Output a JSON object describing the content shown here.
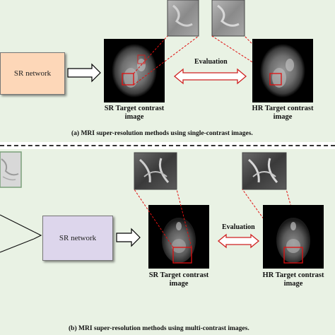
{
  "panel_a": {
    "sr_network_label": "SR network",
    "evaluation_label": "Evaluation",
    "sr_image_label_line1": "SR Target contrast",
    "sr_image_label_line2": "image",
    "hr_image_label_line1": "HR Target contrast",
    "hr_image_label_line2": "image",
    "caption": "(a) MRI super-resolution methods using single-contrast images."
  },
  "panel_b": {
    "sr_network_label": "SR network",
    "evaluation_label": "Evaluation",
    "sr_image_label_line1": "SR Target contrast",
    "sr_image_label_line2": "image",
    "hr_image_label_line1": "HR Target contrast",
    "hr_image_label_line2": "image",
    "caption": "(b) MRI super-resolution methods using multi-contrast images."
  },
  "colors": {
    "panel_background": "#e9f2e4",
    "sr_box_a": "#fdd7b8",
    "sr_box_b": "#ddd6ec",
    "highlight_red": "#e01010"
  }
}
